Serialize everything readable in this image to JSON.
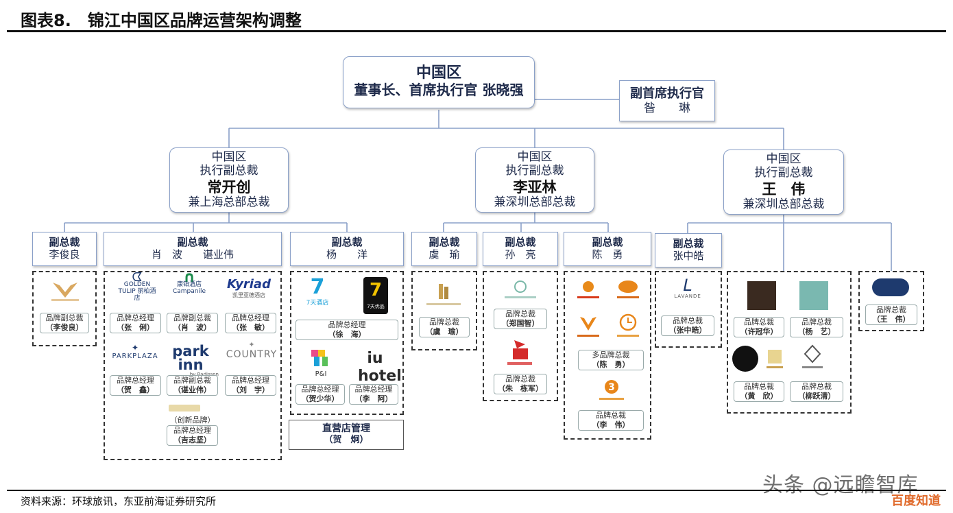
{
  "title": {
    "num": "图表8.",
    "text": "锦江中国区品牌运营架构调整"
  },
  "source": "资料来源：环球旅讯，东亚前海证券研究所",
  "watermark": "头条 @远瞻智库",
  "watermark2": "百度知道",
  "ceo": {
    "line1": "中国区",
    "line2": "董事长、首席执行官 张晓强"
  },
  "deputy_ceo": {
    "title": "副首席执行官",
    "name": "昝　　琳"
  },
  "evps": [
    {
      "l1": "中国区",
      "l2": "执行副总裁",
      "name": "常开创",
      "l4": "兼上海总部总裁"
    },
    {
      "l1": "中国区",
      "l2": "执行副总裁",
      "name": "李亚林",
      "l4": "兼深圳总部总裁"
    },
    {
      "l1": "中国区",
      "l2": "执行副总裁",
      "name": "王　伟",
      "l4": "兼深圳总部总裁"
    }
  ],
  "vps": [
    {
      "title": "副总裁",
      "name": "李俊良"
    },
    {
      "title": "副总裁",
      "name": "肖　波　　谌业伟"
    },
    {
      "title": "副总裁",
      "name": "杨　　洋"
    },
    {
      "title": "副总裁",
      "name": "虞　瑜"
    },
    {
      "title": "副总裁",
      "name": "孙　亮"
    },
    {
      "title": "副总裁",
      "name": "陈　勇"
    },
    {
      "title": "副总裁",
      "name": "张中皓"
    }
  ],
  "brands": {
    "golden_tulip": "GOLDEN TULIP 丽柏酒店",
    "campanile": "康铂酒店 Campanile",
    "kyriad": "Kyriad",
    "kyriad_sub": "凯里亚德酒店",
    "parkplaza": "PARKPLAZA",
    "parkinn": "park inn",
    "parkinn_sub": "by Radisson",
    "country": "COUNTRY",
    "seven": "7",
    "seven_sub": "7天酒店",
    "seven_premium": "7天优品",
    "pi": "P&I",
    "iu": "iu hotel",
    "lavande": "LAVANDE"
  },
  "roles": {
    "brand_gm": "品牌总经理",
    "brand_vp": "品牌副总裁",
    "brand_gm2": "品牌总裁",
    "multi_gm": "多品牌总裁",
    "innovation": "（创新品牌）",
    "direct": "直营店管理"
  },
  "managers": {
    "li_junliang": "（李俊良）",
    "zhang_li": "（张　俐）",
    "xiao_bo": "（肖　波）",
    "zhang_min": "（张　敏）",
    "he_xin": "（贺　鑫）",
    "chen_yewei": "（谌业伟）",
    "liu_yu": "（刘　宇）",
    "ji_zhijian": "（吉志坚）",
    "xu_hai": "（徐　海）",
    "he_xiaohua": "（贺少华）",
    "li_a": "（李　阿）",
    "he_jiong": "（贺　炯）",
    "yu_yu": "（虞　瑜）",
    "ye_guozhi": "（郑国智）",
    "zhu_dongjun": "（朱　栋军）",
    "chen_yong": "（陈　勇）",
    "li_wei": "（李　伟）",
    "zhang_zhonghao": "（张中皓）",
    "xu_guanhua": "（许冠华）",
    "yang_yi": "（杨　艺）",
    "huang_xin": "（黄　欣）",
    "liu_yueqing": "（柳跃清）",
    "wang_wei": "（王　伟）"
  }
}
